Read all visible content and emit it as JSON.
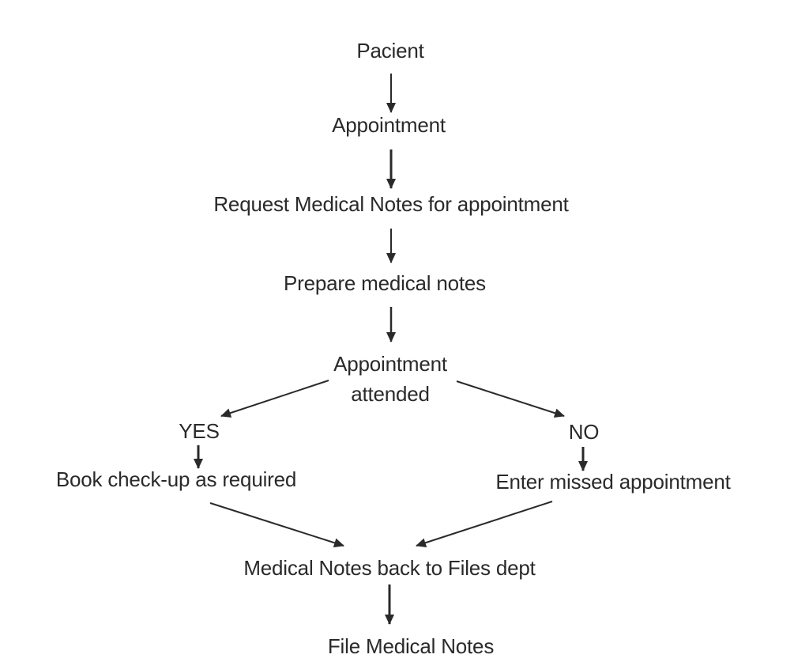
{
  "diagram": {
    "type": "flowchart",
    "colors": {
      "ink": "#2a2a2a",
      "background": "#ffffff"
    },
    "nodes": {
      "pacient": {
        "label": "Pacient"
      },
      "appointment": {
        "label": "Appointment"
      },
      "request": {
        "label": "Request Medical Notes for appointment"
      },
      "prepare": {
        "label": "Prepare medical notes"
      },
      "attended": {
        "line1": "Appointment",
        "line2": "attended"
      },
      "yes": {
        "label": "YES"
      },
      "no": {
        "label": "NO"
      },
      "book": {
        "label": "Book check-up as required"
      },
      "enter": {
        "label": "Enter missed appointment"
      },
      "back": {
        "label": "Medical Notes back to Files dept"
      },
      "file": {
        "label": "File Medical Notes"
      }
    },
    "edges": [
      {
        "from": "Pacient",
        "to": "Appointment"
      },
      {
        "from": "Appointment",
        "to": "Request Medical Notes for appointment"
      },
      {
        "from": "Request Medical Notes for appointment",
        "to": "Prepare medical notes"
      },
      {
        "from": "Prepare medical notes",
        "to": "Appointment attended"
      },
      {
        "from": "Appointment attended",
        "to": "YES"
      },
      {
        "from": "Appointment attended",
        "to": "NO"
      },
      {
        "from": "YES",
        "to": "Book check-up as required"
      },
      {
        "from": "NO",
        "to": "Enter missed appointment"
      },
      {
        "from": "Book check-up as required",
        "to": "Medical Notes back to Files dept"
      },
      {
        "from": "Enter missed appointment",
        "to": "Medical Notes back to Files dept"
      },
      {
        "from": "Medical Notes back to Files dept",
        "to": "File Medical Notes"
      }
    ]
  }
}
